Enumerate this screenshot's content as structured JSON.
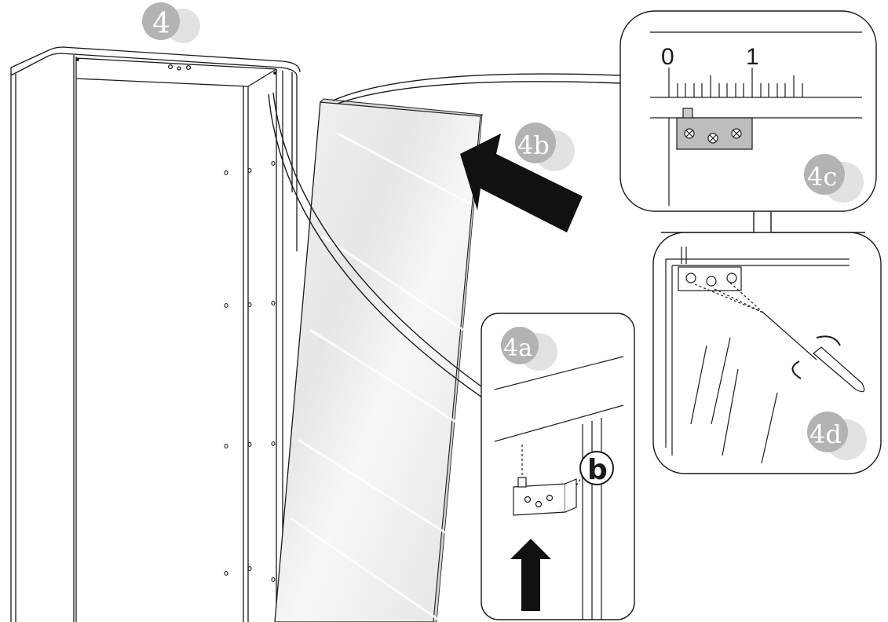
{
  "step": {
    "number": "4",
    "sub_steps": {
      "a": "4a",
      "b": "4b",
      "c": "4c",
      "d": "4d"
    }
  },
  "detail_4a": {
    "part_label": "b"
  },
  "detail_4c": {
    "ruler_labels": [
      "0",
      "1"
    ]
  },
  "colors": {
    "badge_fill": "#b3b3b3",
    "badge_shadow": "#e2e2e2",
    "line": "#1a1a1a",
    "arrow": "#111111",
    "mirror_fill": "#ececec",
    "mirror_highlight": "#ffffff"
  }
}
